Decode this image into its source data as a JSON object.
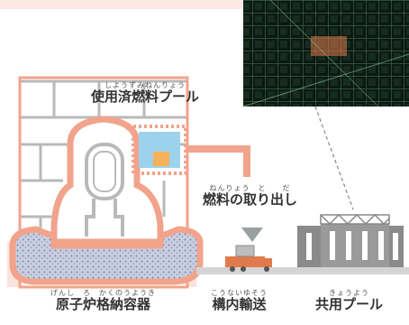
{
  "labels": {
    "spent_fuel_pool": {
      "ruby": "しようずみねんりょう",
      "text": "使用済燃料プール"
    },
    "fuel_removal": {
      "ruby": "ねんりょう　と　　だ",
      "text": "燃料の取り出し"
    },
    "containment": {
      "ruby": "げんし　ろ　かくのうようき",
      "text": "原子炉格納容器"
    },
    "onsite_transport": {
      "ruby": "こうないゆそう",
      "text": "構内輸送"
    },
    "common_pool": {
      "ruby": "きょうよう",
      "text": "共用プール"
    }
  },
  "colors": {
    "salmon": "#f2a38b",
    "salmon_dark": "#e98f75",
    "gray": "#b9b9b9",
    "photo_bg": "#0d1a14",
    "pool_water": "#9bd3ec",
    "fuel_orange": "#f7b15a"
  }
}
